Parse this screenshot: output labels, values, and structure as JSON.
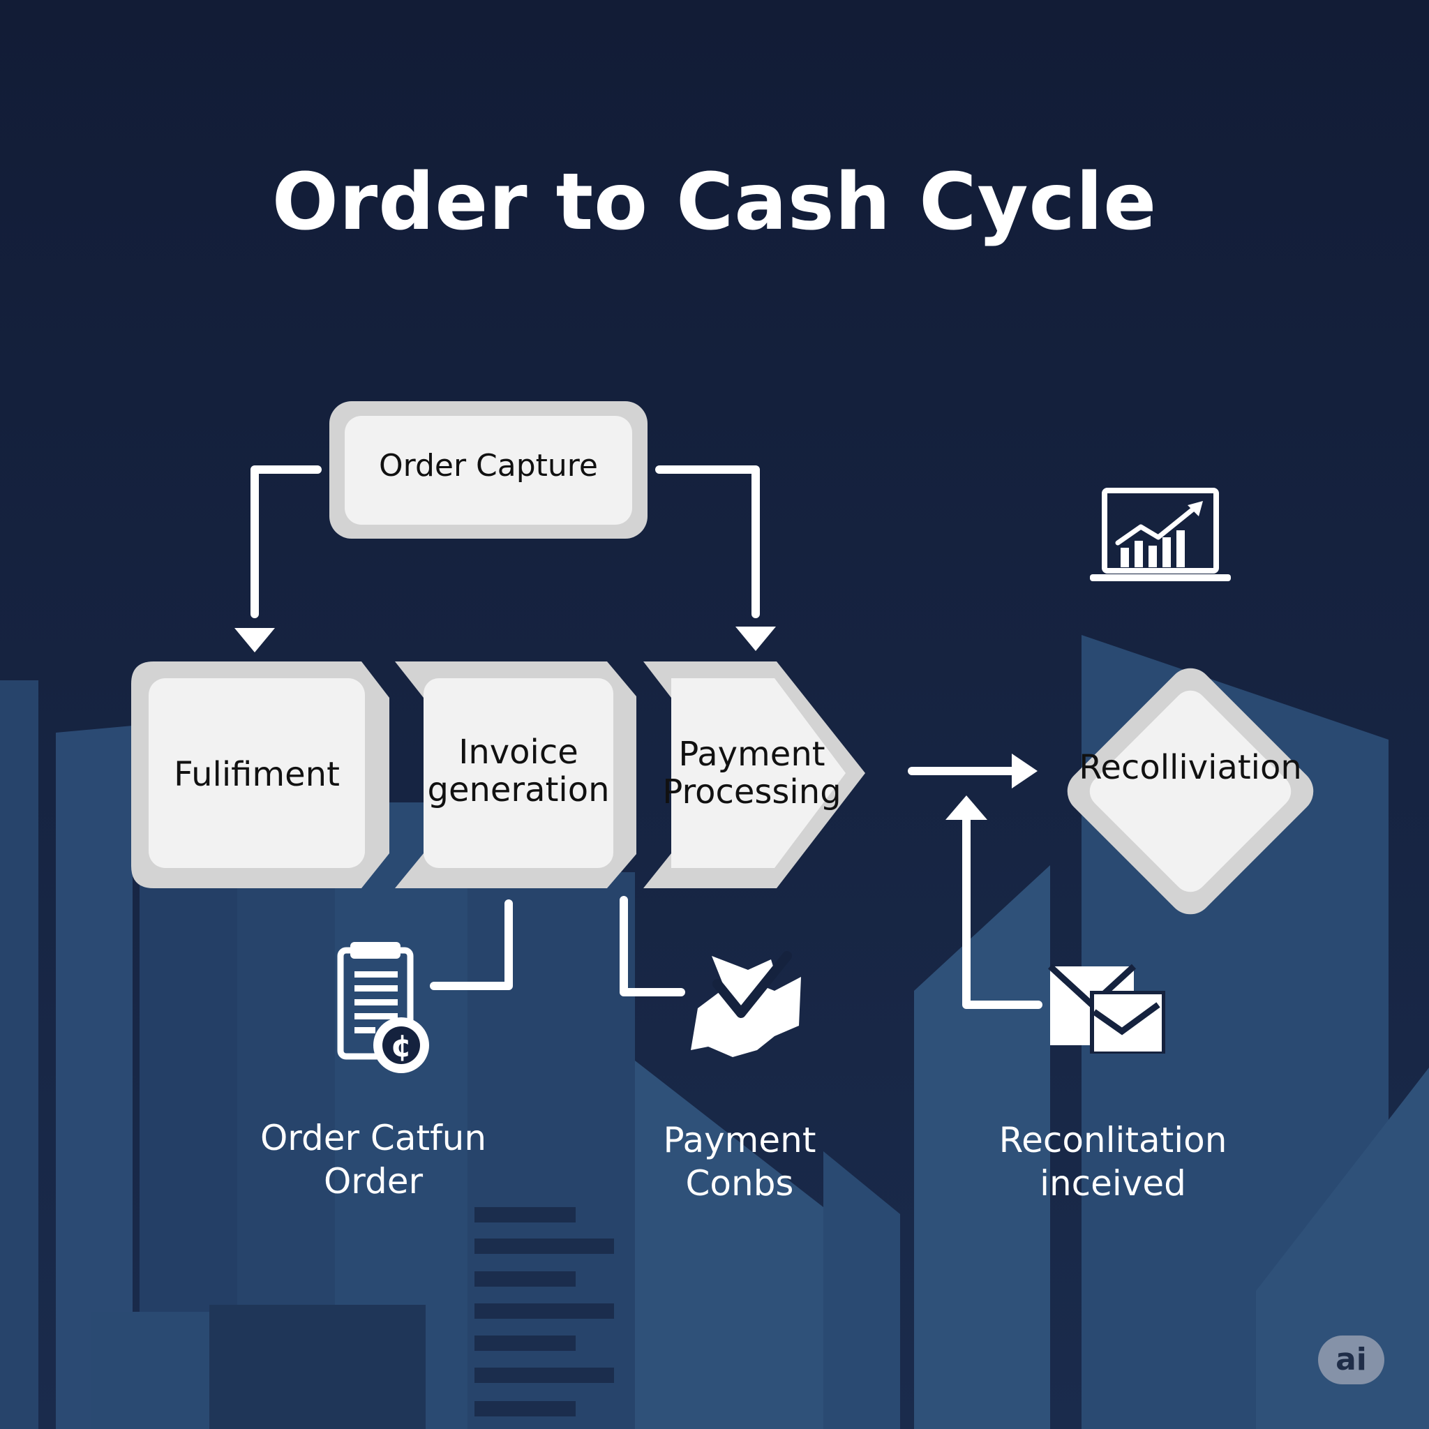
{
  "title": "Order to Cash Cycle",
  "nodes": {
    "order_capture": "Order Capture",
    "fulfillment": "Fulifiment",
    "invoice_line1": "Invoice",
    "invoice_line2": "generation",
    "payment_line1": "Payment",
    "payment_line2": "Processing",
    "reconciliation": "Recolliviation"
  },
  "captions": {
    "order_line1": "Order Catfun",
    "order_line2": "Order",
    "payment_line1": "Payment",
    "payment_line2": "Conbs",
    "reconciliation_line1": "Reconlitation",
    "reconciliation_line2": "inceived"
  },
  "icons": {
    "invoice": "invoice-coin-icon",
    "payment": "handshake-check-icon",
    "reconciliation": "envelopes-icon",
    "analytics": "laptop-chart-icon"
  },
  "badge": "ai",
  "colors": {
    "background": "#15223e",
    "buildings": "#27446b",
    "buildings_light": "#2f5179",
    "node_fill": "#f2f2f2",
    "node_border": "#c9c9c9",
    "connector": "#ffffff"
  }
}
